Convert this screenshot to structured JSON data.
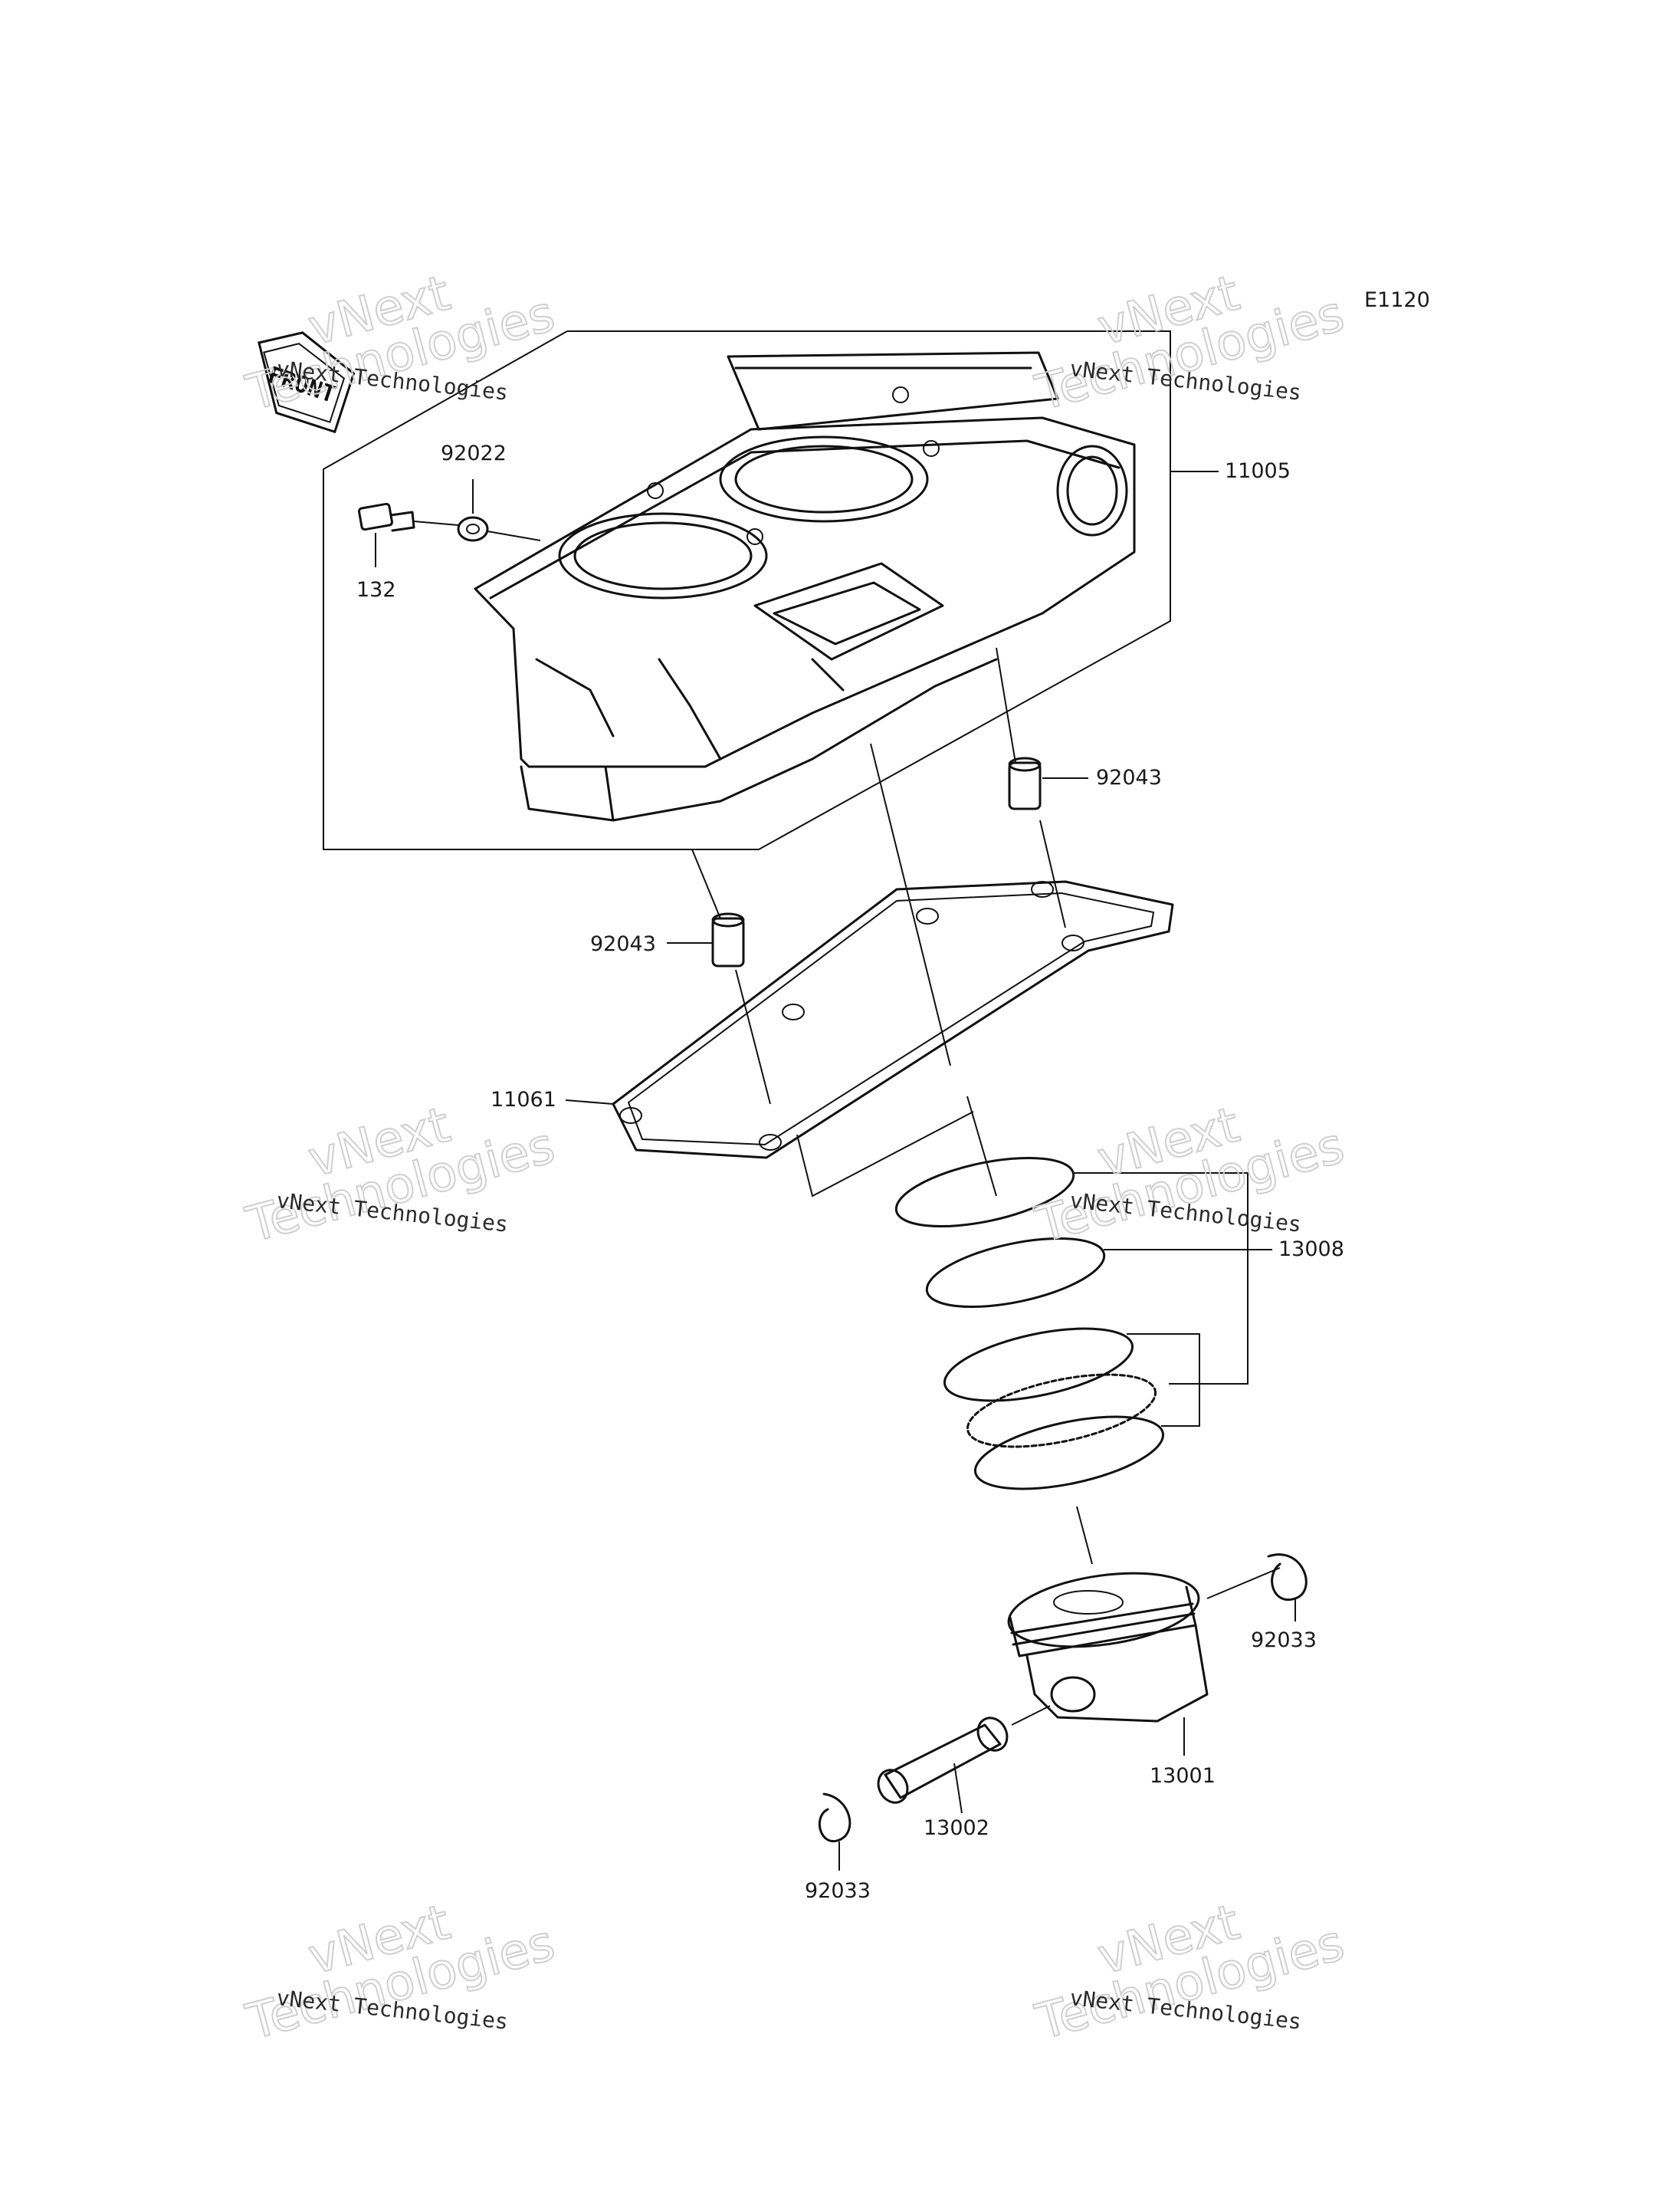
{
  "diagram_code": "E1120",
  "front_label": "FRONT",
  "watermark": {
    "line1": "vNext",
    "line2": "Technologies",
    "caption": "vNext Technologies"
  },
  "parts": [
    {
      "id": "p-92022",
      "number": "92022"
    },
    {
      "id": "p-132",
      "number": "132"
    },
    {
      "id": "p-11005",
      "number": "11005"
    },
    {
      "id": "p-92043-right",
      "number": "92043"
    },
    {
      "id": "p-92043-left",
      "number": "92043"
    },
    {
      "id": "p-11061",
      "number": "11061"
    },
    {
      "id": "p-13008",
      "number": "13008"
    },
    {
      "id": "p-92033-right",
      "number": "92033"
    },
    {
      "id": "p-13001",
      "number": "13001"
    },
    {
      "id": "p-13002",
      "number": "13002"
    },
    {
      "id": "p-92033-left",
      "number": "92033"
    }
  ]
}
